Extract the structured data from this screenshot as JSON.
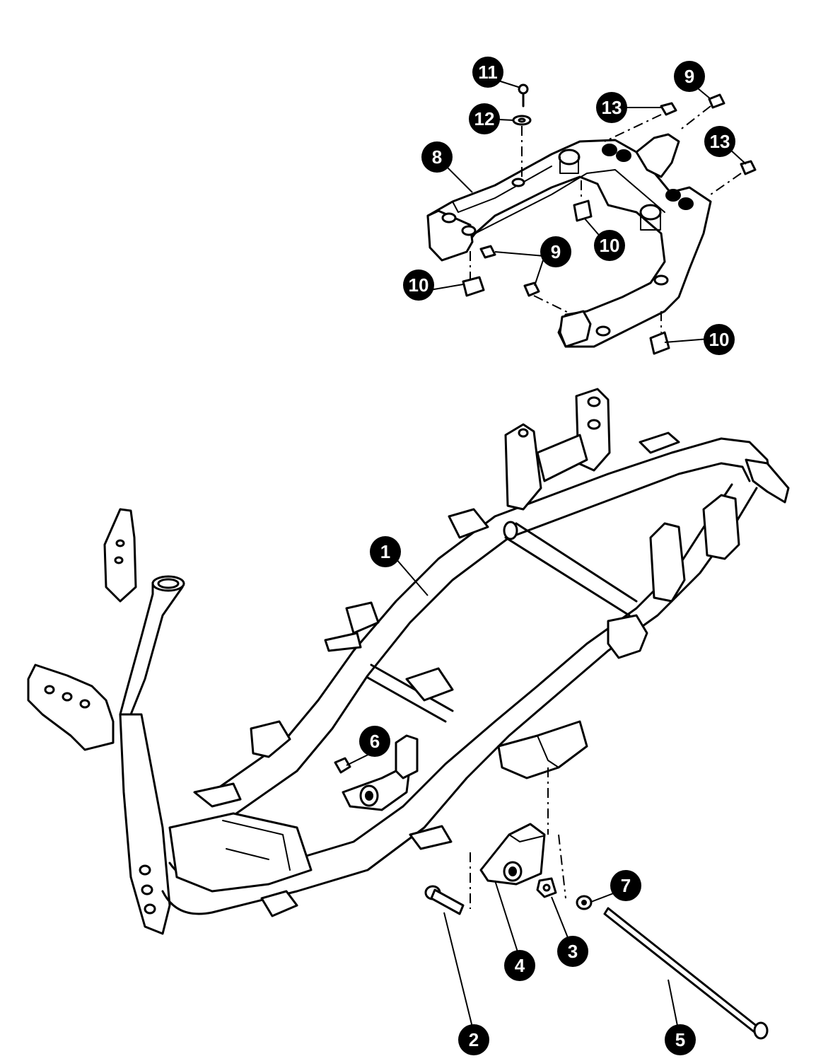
{
  "diagram": {
    "callouts": [
      {
        "id": "c1",
        "label": "1"
      },
      {
        "id": "c2",
        "label": "2"
      },
      {
        "id": "c3",
        "label": "3"
      },
      {
        "id": "c4",
        "label": "4"
      },
      {
        "id": "c5",
        "label": "5"
      },
      {
        "id": "c6",
        "label": "6"
      },
      {
        "id": "c7",
        "label": "7"
      },
      {
        "id": "c8",
        "label": "8"
      },
      {
        "id": "c9a",
        "label": "9"
      },
      {
        "id": "c9b",
        "label": "9"
      },
      {
        "id": "c10a",
        "label": "10"
      },
      {
        "id": "c10b",
        "label": "10"
      },
      {
        "id": "c10c",
        "label": "10"
      },
      {
        "id": "c11",
        "label": "11"
      },
      {
        "id": "c12",
        "label": "12"
      },
      {
        "id": "c13a",
        "label": "13"
      },
      {
        "id": "c13b",
        "label": "13"
      }
    ]
  }
}
